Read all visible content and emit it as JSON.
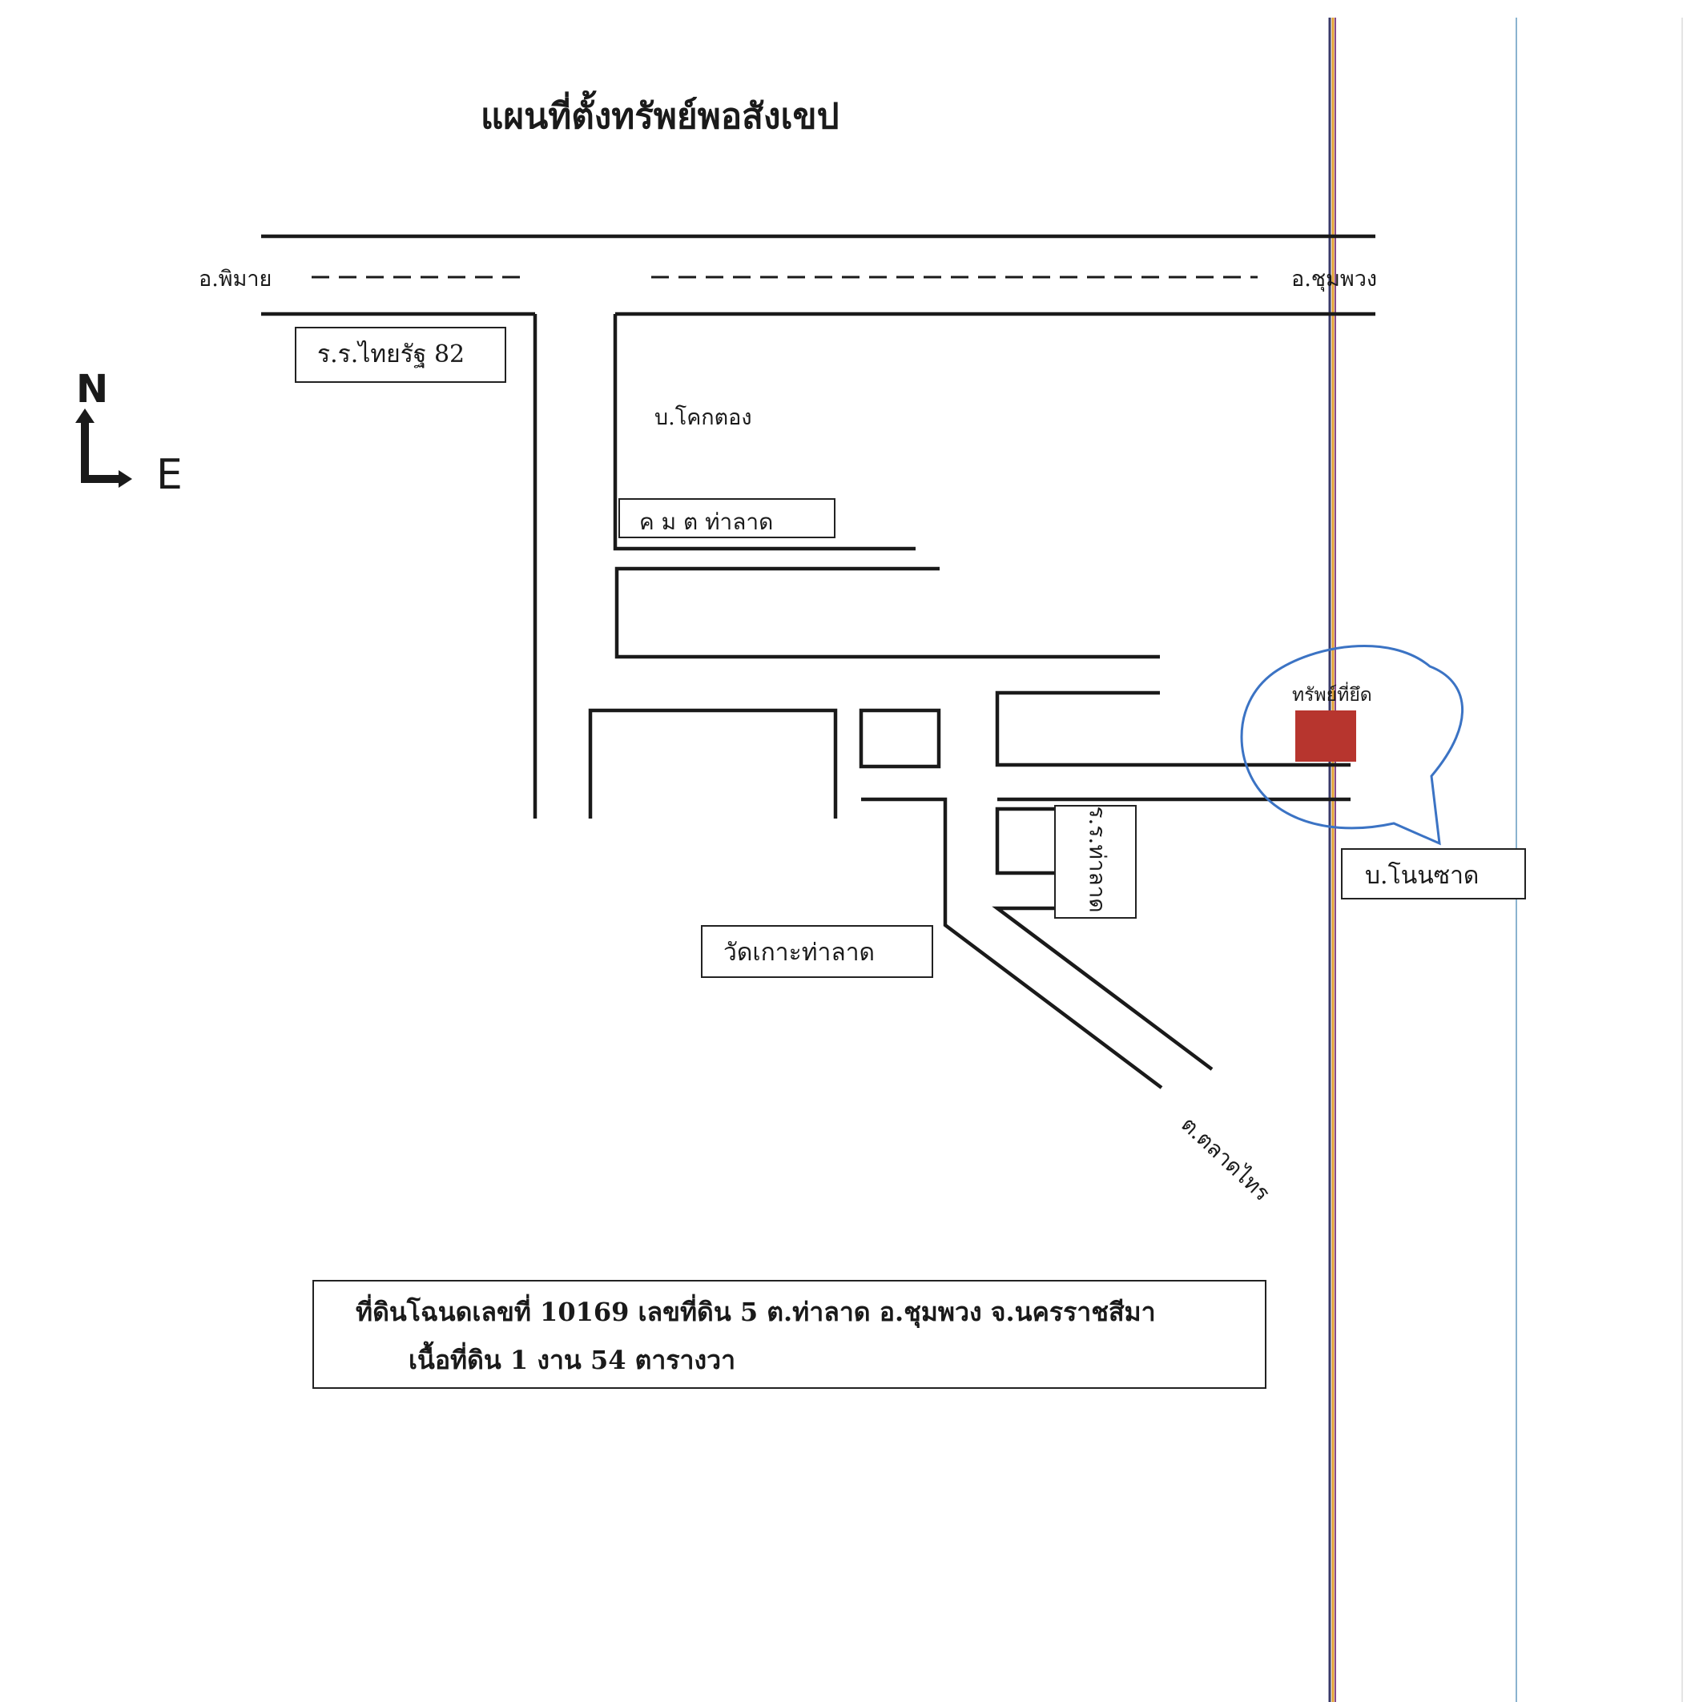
{
  "title": "แผนที่ตั้งทรัพย์พอสังเขป",
  "compass": {
    "north": "N",
    "east": "E"
  },
  "places": {
    "pimai": "อ.พิมาย",
    "chumphuang": "อ.ชุมพวง",
    "school": "ร.ร.ไทยรัฐ 82",
    "khok_tong": "บ.โคกตอง",
    "khor_tor_thalad": "ค ม ต ท่าลาด",
    "asset_label": "ทรัพย์ที่ยึด",
    "non_sad": "บ.โนนซาด",
    "rotated_box": "ร.ร.ท่าลาด",
    "wat": "วัดเกาะท่าลาด",
    "road_talat_sai": "ต.ตลาดไทร"
  },
  "deed": {
    "line1": "ที่ดินโฉนดเลขที่ 10169 เลขที่ดิน 5 ต.ท่าลาด อ.ชุมพวง จ.นครราชสีมา",
    "line2": "เนื้อที่ดิน 1 งาน 54 ตารางวา"
  },
  "colors": {
    "ink": "#1a1a1a",
    "marker": "#b7352e",
    "callout": "#3b73c4",
    "scan_line_blue": "#8ab3cf"
  }
}
